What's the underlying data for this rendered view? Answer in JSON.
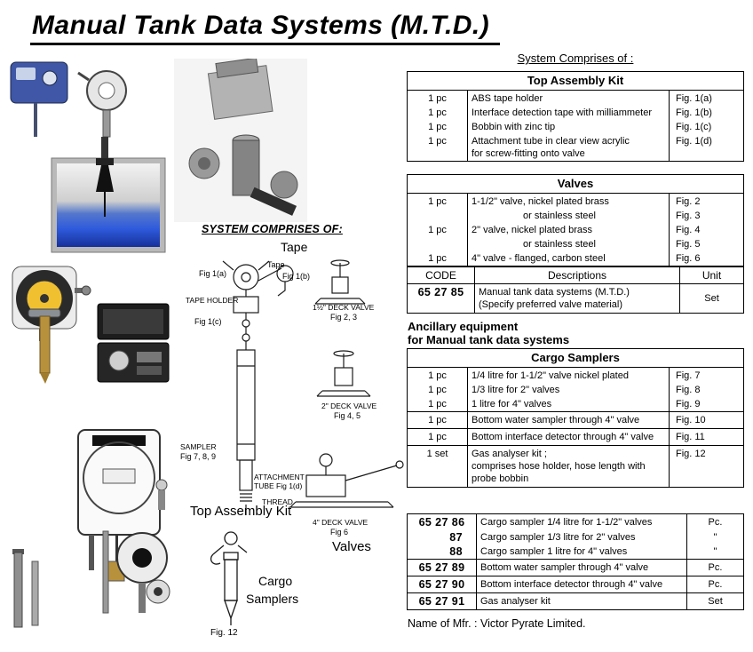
{
  "title": "Manual Tank Data Systems (M.T.D.)",
  "right": {
    "comprises_heading": "System Comprises of :",
    "kit": {
      "title": "Top Assembly Kit",
      "rows": [
        {
          "qty": "1 pc",
          "desc": "ABS tape holder",
          "fig": "Fig. 1(a)"
        },
        {
          "qty": "1 pc",
          "desc": "Interface detection tape with milliammeter",
          "fig": "Fig. 1(b)"
        },
        {
          "qty": "1 pc",
          "desc": "Bobbin with zinc tip",
          "fig": "Fig. 1(c)"
        },
        {
          "qty": "1 pc",
          "desc": "Attachment tube in clear view acrylic",
          "desc2": "for screw-fitting onto valve",
          "fig": "Fig. 1(d)"
        }
      ]
    },
    "valves": {
      "title": "Valves",
      "rows": [
        {
          "qty": "1 pc",
          "desc": "1-1/2\" valve, nickel plated brass",
          "fig": "Fig. 2"
        },
        {
          "qty": "",
          "desc": "or stainless steel",
          "fig": "Fig. 3"
        },
        {
          "qty": "1 pc",
          "desc": "2\" valve, nickel plated brass",
          "fig": "Fig. 4"
        },
        {
          "qty": "",
          "desc": "or stainless steel",
          "fig": "Fig. 5"
        },
        {
          "qty": "1 pc",
          "desc": "4\" valve - flanged, carbon steel",
          "fig": "Fig. 6"
        }
      ]
    },
    "code_table": {
      "headers": {
        "code": "CODE",
        "desc": "Descriptions",
        "unit": "Unit"
      },
      "row": {
        "code": "65 27 85",
        "desc": "Manual tank data systems (M.T.D.)",
        "desc2": "(Specify preferred valve material)",
        "unit": "Set"
      }
    },
    "ancillary_line1": "Ancillary equipment",
    "ancillary_line2": "for Manual tank data systems",
    "samplers": {
      "title": "Cargo Samplers",
      "rows": [
        {
          "qty": "1 pc",
          "desc": "1/4 litre for 1-1/2\" valve nickel plated",
          "fig": "Fig. 7"
        },
        {
          "qty": "1 pc",
          "desc": "1/3 litre for 2\" valves",
          "fig": "Fig. 8"
        },
        {
          "qty": "1 pc",
          "desc": "1 litre for 4\" valves",
          "fig": "Fig. 9"
        },
        {
          "qty": "1 pc",
          "desc": "Bottom water sampler through 4\" valve",
          "fig": "Fig. 10"
        },
        {
          "qty": "1 pc",
          "desc": "Bottom interface detector through 4\" valve",
          "fig": "Fig. 11"
        },
        {
          "qty": "1 set",
          "desc": "Gas analyser kit ;",
          "desc2": "comprises hose holder, hose length with",
          "desc3": "probe bobbin",
          "fig": "Fig. 12"
        }
      ]
    },
    "codes2": {
      "rows": [
        {
          "code": "65 27 86",
          "desc": "Cargo sampler 1/4 litre for 1-1/2\" valves",
          "unit": "Pc."
        },
        {
          "code": "87",
          "desc": "Cargo sampler 1/3 litre for 2\" valves",
          "unit": "\""
        },
        {
          "code": "88",
          "desc": "Cargo sampler 1 litre for 4\" valves",
          "unit": "\""
        },
        {
          "code": "65 27 89",
          "desc": "Bottom water sampler through 4\" valve",
          "unit": "Pc."
        },
        {
          "code": "65 27 90",
          "desc": "Bottom interface detector through 4\" valve",
          "unit": "Pc."
        },
        {
          "code": "65 27 91",
          "desc": "Gas analyser kit",
          "unit": "Set"
        }
      ]
    },
    "mfr": "Name of Mfr. : Victor Pyrate Limited."
  },
  "middle": {
    "comprises_label": "SYSTEM COMPRISES OF:",
    "tape_title": "Tape",
    "labels": {
      "fig1a": "Fig 1(a)",
      "tape_small": "Tape",
      "fig1b": "Fig 1(b)",
      "tape_holder": "TAPE HOLDER",
      "fig1c": "Fig 1(c)",
      "valve15": "1½\" DECK VALVE",
      "fig23": "Fig 2, 3",
      "valve2": "2\" DECK VALVE",
      "fig45": "Fig 4, 5",
      "sampler": "SAMPLER",
      "fig789": "Fig 7, 8, 9",
      "attachment1": "ATTACHMENT",
      "attachment2": "TUBE Fig 1(d)",
      "thread": "THREAD",
      "valve4": "4\" DECK VALVE",
      "fig6": "Fig 6"
    },
    "top_assembly_label": "Top Assembly Kit",
    "valves_label": "Valves",
    "cargo_label1": "Cargo",
    "cargo_label2": "Samplers",
    "fig12_label": "Fig. 12"
  }
}
